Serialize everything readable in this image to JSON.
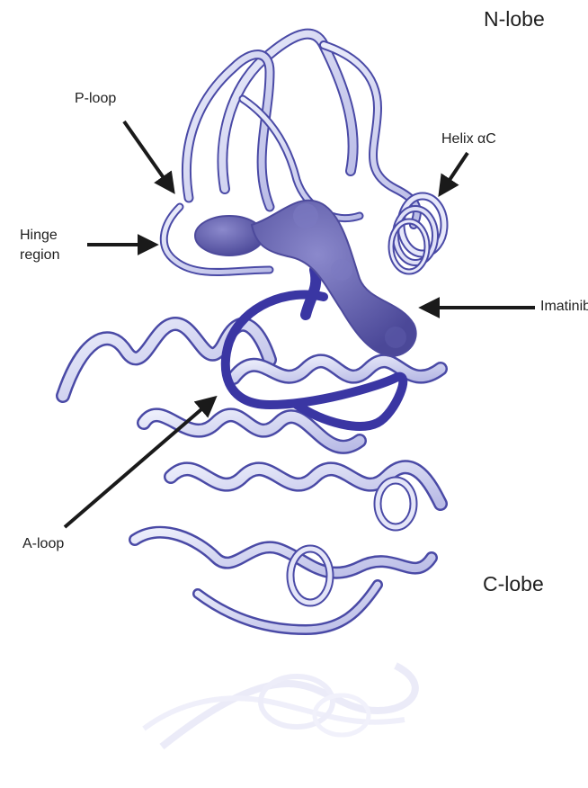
{
  "figure": {
    "labels": {
      "n_lobe": "N-lobe",
      "c_lobe": "C-lobe",
      "p_loop": "P-loop",
      "helix_ac": "Helix αC",
      "hinge_line1": "Hinge",
      "hinge_line2": "region",
      "imatinib": "Imatinib",
      "a_loop": "A-loop"
    },
    "colors": {
      "ribbon_fill": "#d9daf3",
      "ribbon_edge": "#4a4aa6",
      "a_loop": "#3a36a3",
      "ligand": "#6866b8",
      "ligand_dark": "#4d4a9c",
      "arrow": "#1a1a1a",
      "reflection": "#e9eaf8"
    }
  }
}
